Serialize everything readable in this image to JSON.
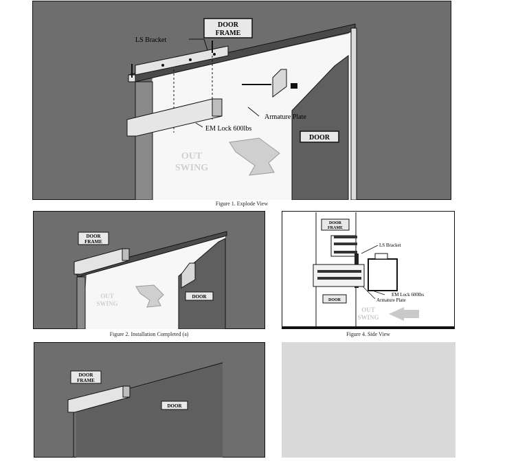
{
  "figure1": {
    "caption": "Figure 1. Explode View",
    "door_frame_line1": "DOOR",
    "door_frame_line2": "FRAME",
    "ls_bracket": "LS Bracket",
    "armature_plate": "Armature Plate",
    "em_lock": "EM Lock 600lbs",
    "door": "DOOR",
    "swing_line1": "OUT",
    "swing_line2": "SWING"
  },
  "figure2": {
    "caption": "Figure 2. Installation Completed (a)",
    "door_frame_line1": "DOOR",
    "door_frame_line2": "FRAME",
    "door": "DOOR",
    "swing_line1": "OUT",
    "swing_line2": "SWING"
  },
  "figure4": {
    "caption": "Figure 4. Side View",
    "door_frame_line1": "DOOR",
    "door_frame_line2": "FRAME",
    "ls_bracket": "LS Bracket",
    "em_lock": "EM Lock 600lbs",
    "armature_plate": "Armature Plate",
    "door": "DOOR",
    "swing_line1": "OUT",
    "swing_line2": "SWING"
  },
  "figure3": {
    "door_frame_line1": "DOOR",
    "door_frame_line2": "FRAME",
    "door": "DOOR"
  },
  "colors": {
    "wall": "#6e6e6e",
    "door": "#5f5f5f",
    "opening": "#f7f7f7",
    "metal": "#e4e4e4",
    "outline": "#111111"
  }
}
